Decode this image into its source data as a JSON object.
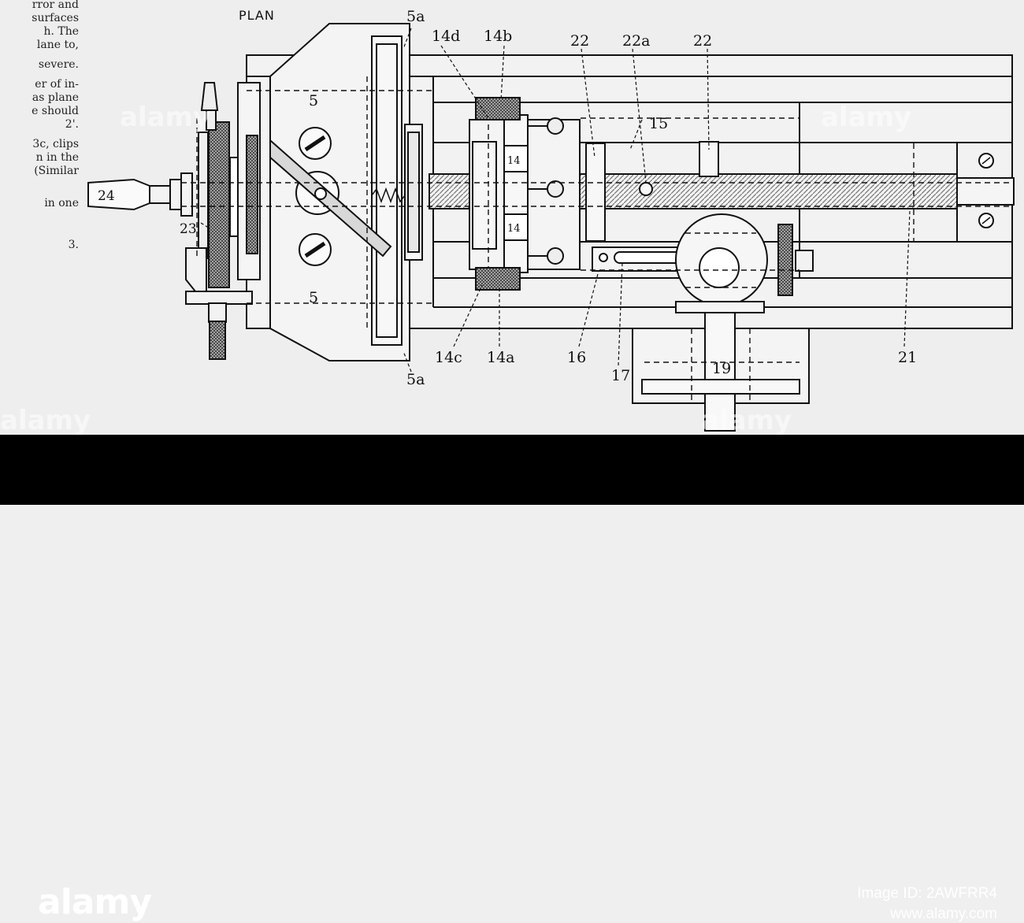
{
  "side_text": [
    "rror and",
    "surfaces",
    "h. The",
    "lane to,",
    "severe.",
    "er of in-",
    "as plane",
    "e should",
    "2'.",
    "3c, clips",
    "n in the",
    "(Similar",
    "in one",
    "3."
  ],
  "heading": "PLAN",
  "labels": {
    "l5a_top": "5a",
    "l14d": "14d",
    "l14b": "14b",
    "l22_left": "22",
    "l22a": "22a",
    "l22_right": "22",
    "l5_upper": "5",
    "l5_lower": "5",
    "l15": "15",
    "l14_upper": "14",
    "l14_lower": "14",
    "l24": "24",
    "l23": "23",
    "l14c": "14c",
    "l14a": "14a",
    "l16": "16",
    "l17": "17",
    "l19": "19",
    "l21": "21",
    "l5a_bottom": "5a"
  },
  "watermark": "alamy",
  "footer": {
    "brand": "alamy",
    "image_id": "Image ID: 2AWFRR4",
    "url": "www.alamy.com"
  },
  "colors": {
    "paper": "#eeeeee",
    "ink": "#111111",
    "footer_bg": "#000000",
    "footer_text": "#ffffff"
  }
}
